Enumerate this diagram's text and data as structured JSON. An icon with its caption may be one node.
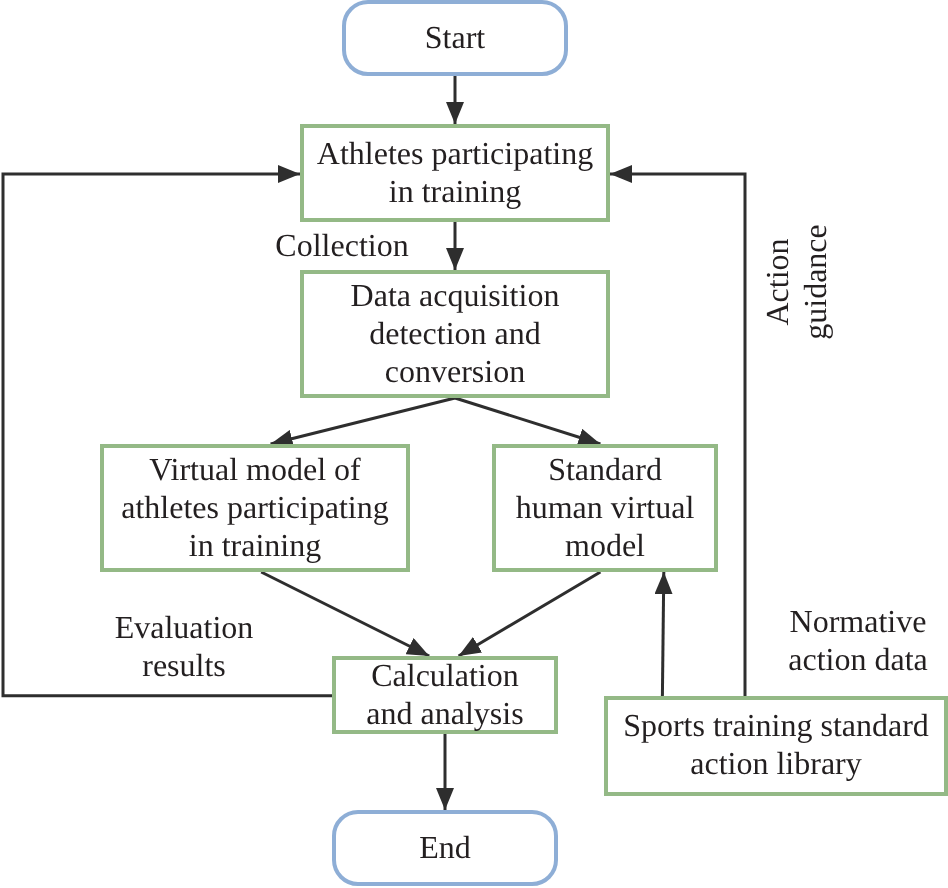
{
  "diagram": {
    "nodes": [
      {
        "text": [
          "Start"
        ]
      },
      {
        "text": [
          "Athletes participating in training"
        ]
      },
      {
        "text": [
          "Data acquisition detection and conversion"
        ]
      },
      {
        "text": [
          "Virtual model of athletes participating in training"
        ]
      },
      {
        "text": [
          "Standard human virtual model"
        ]
      },
      {
        "text": [
          "Calculation and analysis"
        ]
      },
      {
        "text": [
          "Sports training standard action library"
        ]
      },
      {
        "text": [
          "End"
        ]
      }
    ],
    "edges": [
      {
        "from": 0,
        "to": 1,
        "arrow": "to"
      },
      {
        "from": 1,
        "to": 2,
        "arrow": "to",
        "label": "Collection"
      },
      {
        "from": 2,
        "to": 3,
        "arrow": "to"
      },
      {
        "from": 2,
        "to": 4,
        "arrow": "to"
      },
      {
        "from": 3,
        "to": 5,
        "arrow": "to"
      },
      {
        "from": 4,
        "to": 5,
        "arrow": "to"
      },
      {
        "from": 5,
        "to": 1,
        "arrow": "to",
        "label": "Evaluation results"
      },
      {
        "from": 6,
        "to": 1,
        "arrow": "to",
        "label": "Action guidance"
      },
      {
        "from": 6,
        "to": 4,
        "arrow": "to",
        "label": "Normative action data"
      },
      {
        "from": 5,
        "to": 7,
        "arrow": "to"
      }
    ]
  }
}
